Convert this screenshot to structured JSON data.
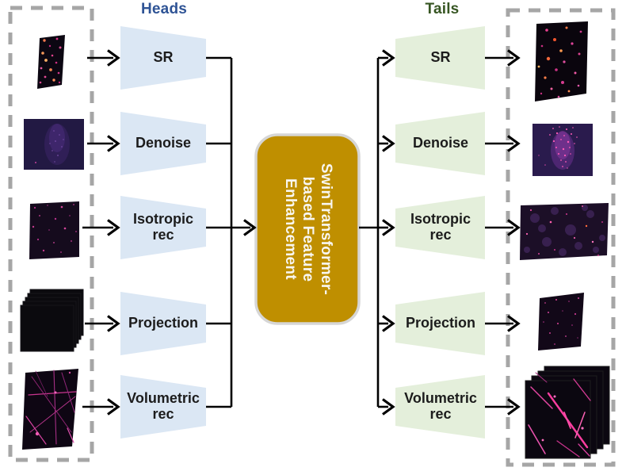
{
  "figure": {
    "heads_title": "Heads",
    "tails_title": "Tails",
    "heads": {
      "items": [
        {
          "label": "SR"
        },
        {
          "label": "Denoise"
        },
        {
          "label": "Isotropic\nrec"
        },
        {
          "label": "Projection"
        },
        {
          "label": "Volumetric\nrec"
        }
      ]
    },
    "tails": {
      "items": [
        {
          "label": "SR"
        },
        {
          "label": "Denoise"
        },
        {
          "label": "Isotropic\nrec"
        },
        {
          "label": "Projection"
        },
        {
          "label": "Volumetric\nrec"
        }
      ]
    },
    "center_block": {
      "lines": [
        "SwinTransformer-",
        "based Feature",
        "Enhancement"
      ]
    },
    "inputs": [
      {
        "alt": "low-resolution fluorescence spots (SR input)"
      },
      {
        "alt": "noisy dim fluorescence image (Denoise input)"
      },
      {
        "alt": "anisotropic speckled slice (Isotropic rec input)"
      },
      {
        "alt": "black image stack (Projection input)"
      },
      {
        "alt": "volumetric filament slices (Volumetric rec input)"
      }
    ],
    "outputs": [
      {
        "alt": "super-resolved spots image (SR output)"
      },
      {
        "alt": "denoised bright plume image (Denoise output)"
      },
      {
        "alt": "isotropic reconstructed slice (Isotropic rec output)"
      },
      {
        "alt": "projected image (Projection output)"
      },
      {
        "alt": "reconstructed volumetric stack (Volumetric rec output)"
      }
    ],
    "colors": {
      "head_fill": "#dbe7f4",
      "tail_fill": "#e4efdb",
      "block_fill": "#bf8f00",
      "block_border": "#d6d6d6",
      "heads_title_color": "#2e5395",
      "tails_title_color": "#375623",
      "dashed_border": "#a6a6a6",
      "connector": "#000000"
    }
  }
}
